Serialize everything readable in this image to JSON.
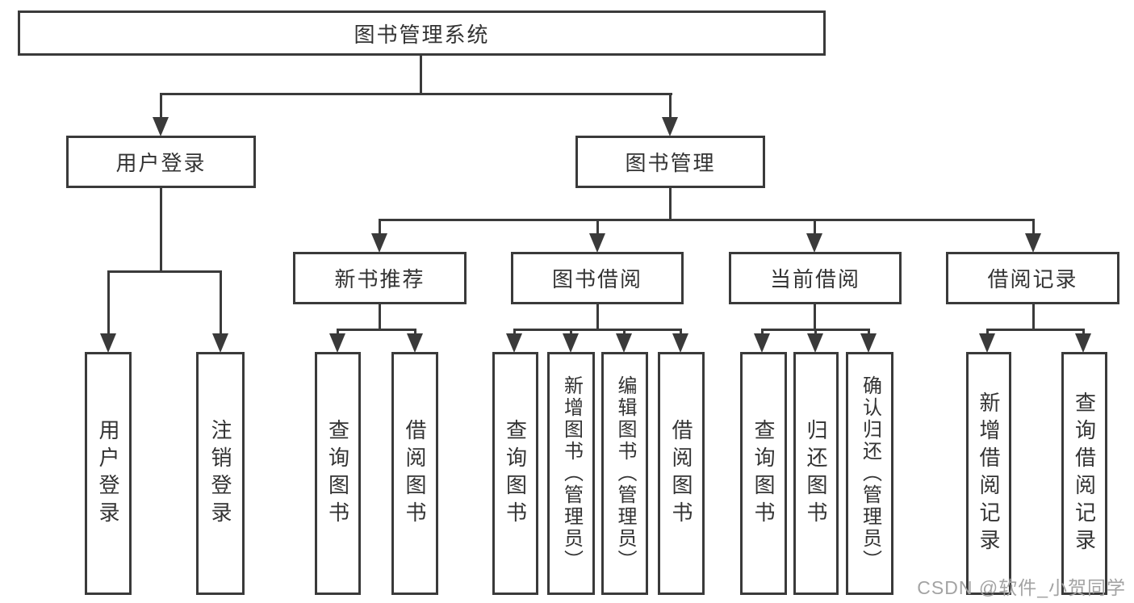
{
  "diagram": {
    "title": "图书管理系统",
    "watermark": "CSDN @软件_小贺同学",
    "colors": {
      "line": "#3a3a3a",
      "text": "#333333",
      "background": "#ffffff",
      "watermark": "#a3a3a3"
    },
    "nodes": {
      "root": {
        "label": "图书管理系统"
      },
      "user_login": {
        "label": "用户登录"
      },
      "book_mgmt": {
        "label": "图书管理"
      },
      "new_book_rec": {
        "label": "新书推荐"
      },
      "book_borrow": {
        "label": "图书借阅"
      },
      "current_borrow": {
        "label": "当前借阅"
      },
      "borrow_record": {
        "label": "借阅记录"
      },
      "ul_user_login": {
        "label": "用户登录"
      },
      "ul_logout": {
        "label": "注销登录"
      },
      "nbr_query_book": {
        "label": "查询图书"
      },
      "nbr_borrow_book": {
        "label": "借阅图书"
      },
      "bb_query_book": {
        "label": "查询图书"
      },
      "bb_add_book": {
        "label": "新增图书（管理员）"
      },
      "bb_edit_book": {
        "label": "编辑图书（管理员）"
      },
      "bb_borrow_book": {
        "label": "借阅图书"
      },
      "cb_query_book": {
        "label": "查询图书"
      },
      "cb_return_book": {
        "label": "归还图书"
      },
      "cb_confirm_return": {
        "label": "确认归还（管理员）"
      },
      "br_add_record": {
        "label": "新增借阅记录"
      },
      "br_query_record": {
        "label": "查询借阅记录"
      }
    },
    "hierarchy": {
      "图书管理系统": {
        "用户登录": [
          "用户登录",
          "注销登录"
        ],
        "图书管理": {
          "新书推荐": [
            "查询图书",
            "借阅图书"
          ],
          "图书借阅": [
            "查询图书",
            "新增图书（管理员）",
            "编辑图书（管理员）",
            "借阅图书"
          ],
          "当前借阅": [
            "查询图书",
            "归还图书",
            "确认归还（管理员）"
          ],
          "借阅记录": [
            "新增借阅记录",
            "查询借阅记录"
          ]
        }
      }
    }
  }
}
